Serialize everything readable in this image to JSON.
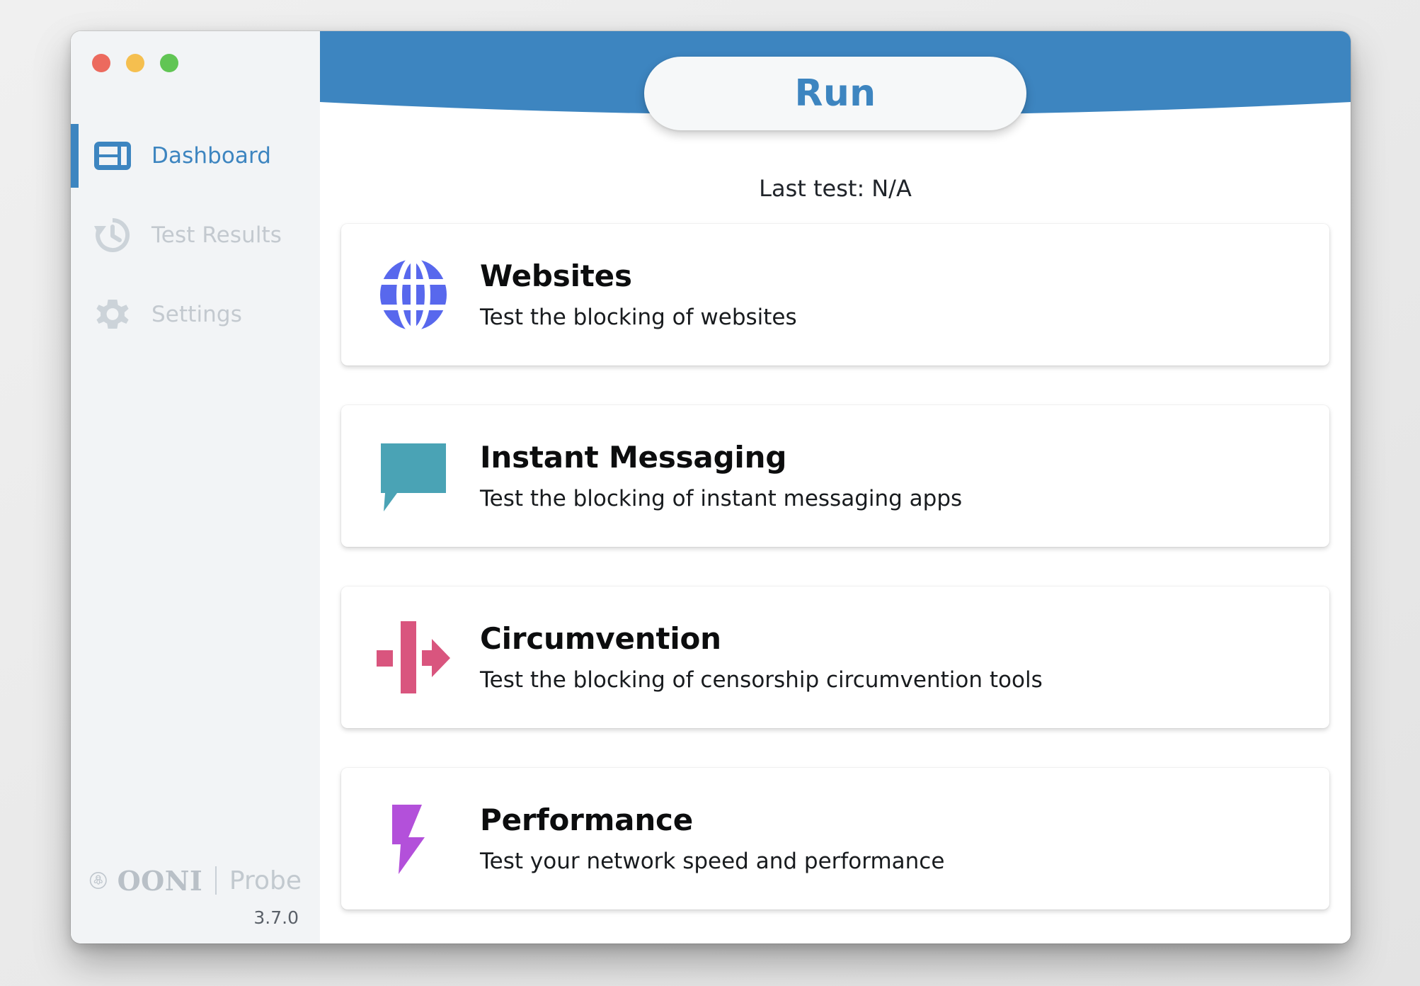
{
  "window": {
    "traffic_lights": [
      {
        "name": "close",
        "color": "#ec6a5e"
      },
      {
        "name": "minimize",
        "color": "#f5bf4f"
      },
      {
        "name": "zoom",
        "color": "#61c554"
      }
    ]
  },
  "sidebar": {
    "items": [
      {
        "label": "Dashboard",
        "icon": "dashboard-icon",
        "active": true
      },
      {
        "label": "Test Results",
        "icon": "history-clock-icon",
        "active": false
      },
      {
        "label": "Settings",
        "icon": "gear-icon",
        "active": false
      }
    ],
    "brand": {
      "mark": "ooni-octopus-logo",
      "name": "OONI",
      "product": "Probe"
    },
    "version": "3.7.0"
  },
  "header": {
    "band_color": "#3d85c0",
    "run_label": "Run",
    "last_test_label": "Last test:",
    "last_test_value": "N/A"
  },
  "cards": [
    {
      "title": "Websites",
      "description": "Test the blocking of websites",
      "icon": "globe-icon",
      "color": "#5868ed"
    },
    {
      "title": "Instant Messaging",
      "description": "Test the blocking of instant messaging apps",
      "icon": "speech-bubble-icon",
      "color": "#4aa3b5"
    },
    {
      "title": "Circumvention",
      "description": "Test the blocking of censorship circumvention tools",
      "icon": "circumvention-arrow-icon",
      "color": "#d9557e"
    },
    {
      "title": "Performance",
      "description": "Test your network speed and performance",
      "icon": "lightning-bolt-icon",
      "color": "#b350da"
    }
  ]
}
